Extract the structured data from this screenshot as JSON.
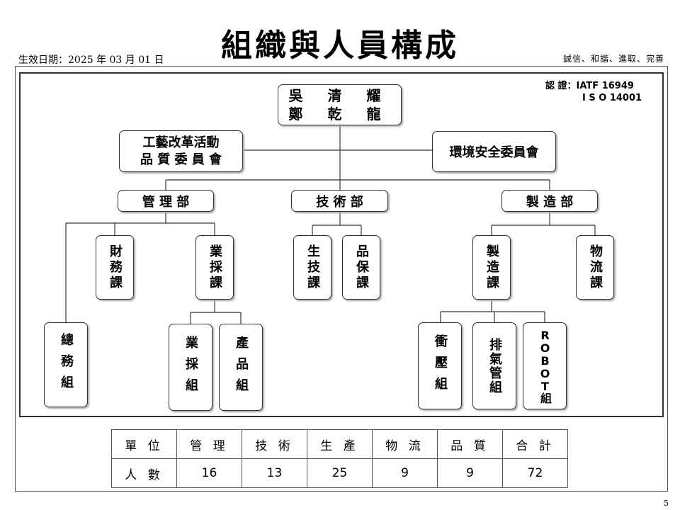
{
  "header": {
    "title": "組織與人員構成",
    "effective_date": "生效日期：2025 年 03 月 01 日",
    "motto": "誠信、和諧、進取、完善",
    "page_number": "5"
  },
  "certification": {
    "line1": "認 證：IATF 16949",
    "line2": "I S O 14001"
  },
  "org": {
    "leader_line1": "吳 清 耀",
    "leader_line2": "鄭 乾 龍",
    "committee_left_line1": "工藝改革活動",
    "committee_left_line2": "品 質 委 員 會",
    "committee_right": "環境安全委員會",
    "dept_management": "管 理 部",
    "dept_technical": "技 術 部",
    "dept_manufacturing": "製 造 部",
    "sect_finance": "財務課",
    "sect_procurement": "業採課",
    "sect_general": "總務組",
    "grp_procurement": "業採組",
    "grp_product": "產品組",
    "sect_production_tech": "生技課",
    "sect_quality_assurance": "品保課",
    "sect_manufacturing": "製造課",
    "sect_logistics": "物流課",
    "grp_stamping": "衝壓組",
    "grp_exhaust_pipe": "排氣管組",
    "grp_robot": "ROBOT組"
  },
  "table": {
    "header_row": [
      "單 位",
      "管 理",
      "技 術",
      "生 產",
      "物 流",
      "品 質",
      "合 計"
    ],
    "data_row": [
      "人 數",
      "16",
      "13",
      "25",
      "9",
      "9",
      "72"
    ]
  }
}
